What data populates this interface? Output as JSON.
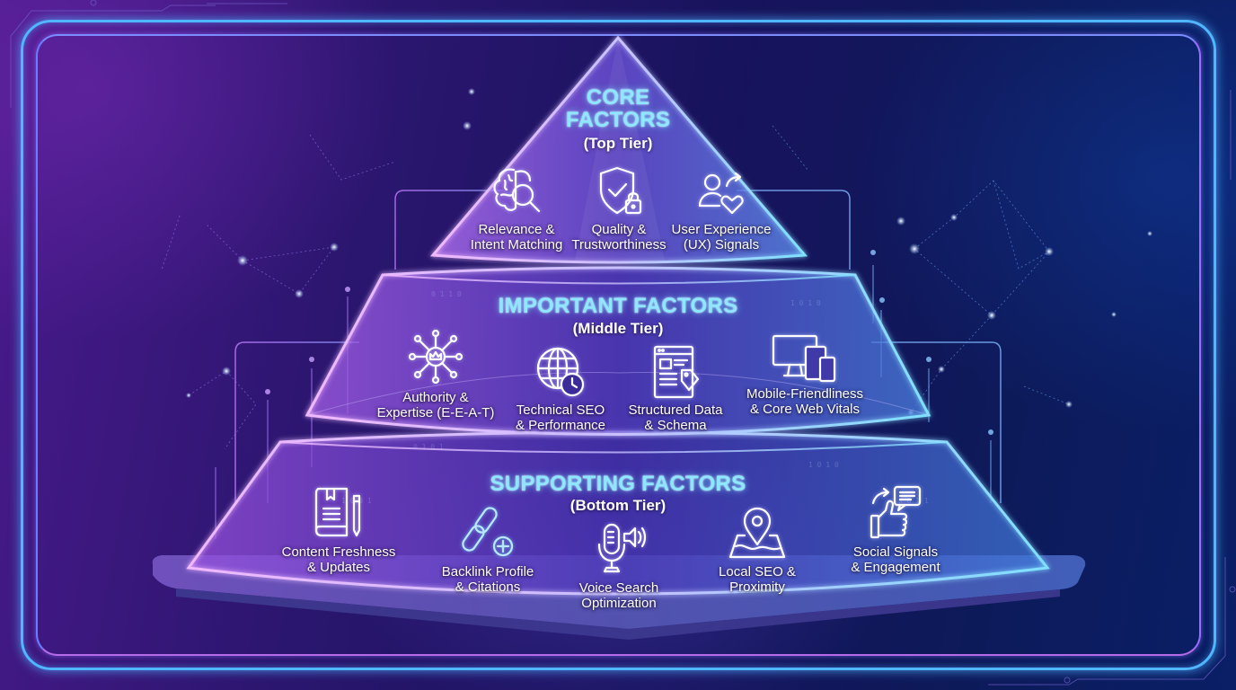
{
  "colors": {
    "heading": "#8fe6ff",
    "frame_outer": "#4fb6ff",
    "frame_inner": "#9a6dff",
    "bg_left": "#4a1a8c",
    "bg_right": "#0a1f66",
    "text": "#ffffff"
  },
  "pyramid": {
    "top": {
      "heading_line1": "CORE",
      "heading_line2": "FACTORS",
      "subtitle": "(Top Tier)",
      "factors": [
        {
          "icon": "brain-magnifier-icon",
          "line1": "Relevance &",
          "line2": "Intent Matching"
        },
        {
          "icon": "shield-check-lock-icon",
          "line1": "Quality &",
          "line2": "Trustworthiness"
        },
        {
          "icon": "user-heart-share-icon",
          "line1": "User Experience",
          "line2": "(UX) Signals"
        }
      ]
    },
    "middle": {
      "heading": "IMPORTANT FACTORS",
      "subtitle": "(Middle Tier)",
      "factors": [
        {
          "icon": "network-crown-icon",
          "line1": "Authority &",
          "line2": "Expertise (E-E-A-T)"
        },
        {
          "icon": "globe-clock-icon",
          "line1": "Technical SEO",
          "line2": "& Performance"
        },
        {
          "icon": "document-tag-icon",
          "line1": "Structured Data",
          "line2": "& Schema"
        },
        {
          "icon": "devices-icon",
          "line1": "Mobile-Friendliness",
          "line2": "& Core Web Vitals"
        }
      ]
    },
    "bottom": {
      "heading": "SUPPORTING FACTORS",
      "subtitle": "(Bottom Tier)",
      "factors": [
        {
          "icon": "book-pencil-icon",
          "line1": "Content Freshness",
          "line2": "& Updates"
        },
        {
          "icon": "link-plus-icon",
          "line1": "Backlink Profile",
          "line2": "& Citations"
        },
        {
          "icon": "microphone-speaker-icon",
          "line1": "Voice Search",
          "line2": "Optimization"
        },
        {
          "icon": "map-pin-icon",
          "line1": "Local SEO &",
          "line2": "Proximity"
        },
        {
          "icon": "thumbs-up-chat-icon",
          "line1": "Social Signals",
          "line2": "& Engagement"
        }
      ]
    }
  }
}
